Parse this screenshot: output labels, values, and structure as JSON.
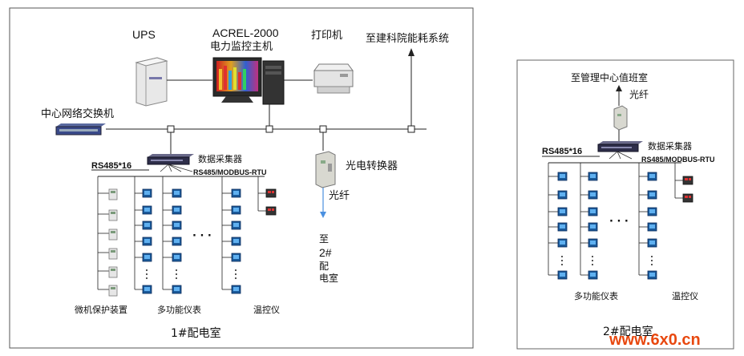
{
  "diagram": {
    "room1": {
      "title": "1#配电室",
      "ups": "UPS",
      "host_line1": "ACREL-2000",
      "host_line2": "电力监控主机",
      "printer": "打印机",
      "to_system": "至建科院能耗系统",
      "switch": "中心网络交换机",
      "rs485_count": "RS485*16",
      "collector": "数据采集器",
      "protocol": "RS485/MODBUS-RTU",
      "converter": "光电转换器",
      "fiber": "光纤",
      "to_room2": [
        "至",
        "2#",
        "配",
        "电室"
      ],
      "ellipsis": "· · ·",
      "col_protect": "微机保护装置",
      "col_meter": "多功能仪表",
      "col_temp": "温控仪"
    },
    "room2": {
      "title": "2#配电室",
      "to_center": "至管理中心值班室",
      "fiber": "光纤",
      "rs485_count": "RS485*16",
      "collector": "数据采集器",
      "protocol": "RS485/MODBUS-RTU",
      "ellipsis": "· · ·",
      "col_meter": "多功能仪表",
      "col_temp": "温控仪"
    },
    "watermark": "www.6x0.cn"
  }
}
